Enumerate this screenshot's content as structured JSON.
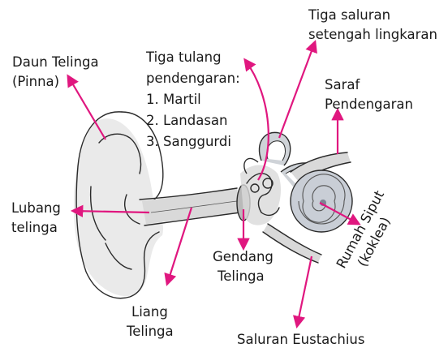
{
  "labels": {
    "pinna": [
      "Daun Telinga",
      "(Pinna)"
    ],
    "ossicles": [
      "Tiga tulang",
      "pendengaran:",
      "1. Martil",
      "2. Landasan",
      "3. Sanggurdi"
    ],
    "canals": [
      "Tiga saluran",
      "setengah lingkaran"
    ],
    "nerve": [
      "Saraf",
      "Pendengaran"
    ],
    "opening": [
      "Lubang",
      "telinga"
    ],
    "eardrum": [
      "Gendang",
      "Telinga"
    ],
    "canal": [
      "Liang",
      "Telinga"
    ],
    "cochlea": [
      "Rumah Siput",
      "(koklea)"
    ],
    "eustachian": [
      "Saluran Eustachius"
    ]
  },
  "colors": {
    "arrow": "#e0177f",
    "ink": "#2a2a2a",
    "shade": "#d9d9d9"
  }
}
